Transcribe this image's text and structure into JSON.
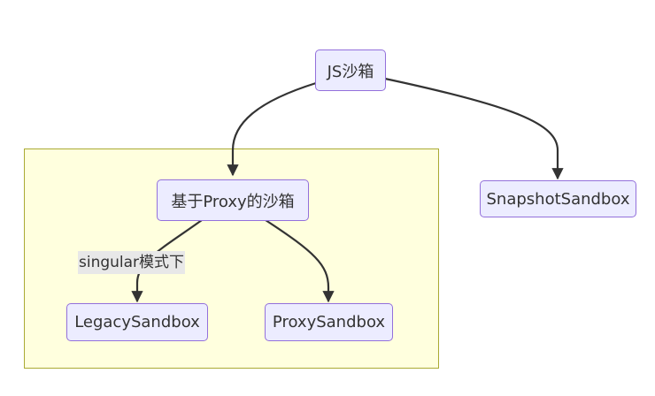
{
  "nodes": {
    "js_sandbox": "JS沙箱",
    "proxy_based_sandbox": "基于Proxy的沙箱",
    "snapshot_sandbox": "SnapshotSandbox",
    "legacy_sandbox": "LegacySandbox",
    "proxy_sandbox": "ProxySandbox"
  },
  "edges": {
    "singular_label": "singular模式下"
  },
  "colors": {
    "node_fill": "#ececff",
    "node_border": "#9370db",
    "subgraph_fill": "#ffffde",
    "subgraph_border": "#aaaa33",
    "edge": "#333333",
    "text": "#333333",
    "edge_label_bg": "#e8e8e8"
  }
}
